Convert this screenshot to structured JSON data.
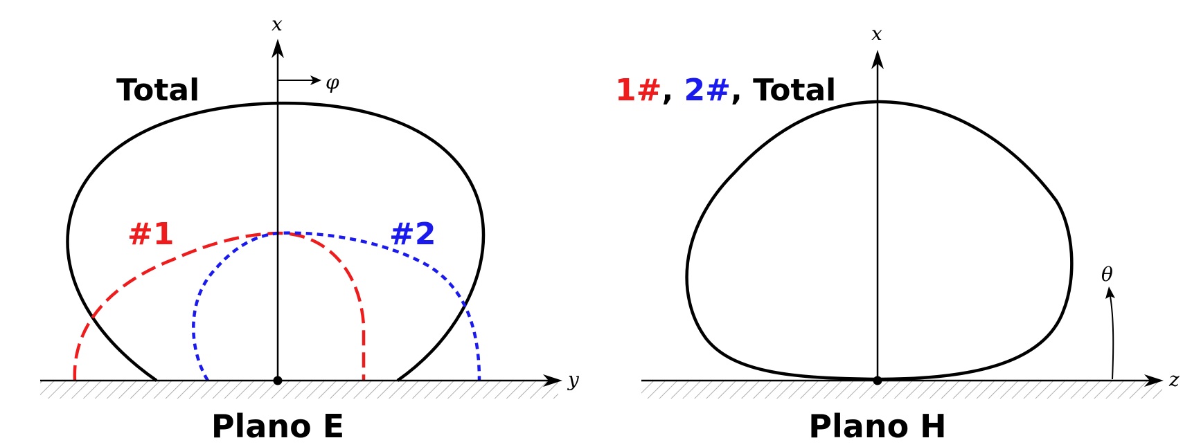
{
  "colors": {
    "total": "#000000",
    "antenna1": "#ee1c1c",
    "antenna2": "#1a1aee",
    "hatch": "#9a9a9a"
  },
  "e_plane": {
    "caption": "Plano E",
    "axis_vertical": "x",
    "axis_horizontal": "y",
    "angle_symbol": "φ",
    "total_label": "Total",
    "pattern1_label": "#1",
    "pattern2_label": "#2"
  },
  "h_plane": {
    "caption": "Plano H",
    "axis_vertical": "x",
    "axis_horizontal": "z",
    "angle_symbol": "θ",
    "legend": {
      "part1": "1#",
      "sep1": ", ",
      "part2": "2#",
      "sep2": ", ",
      "part3": "Total"
    }
  }
}
